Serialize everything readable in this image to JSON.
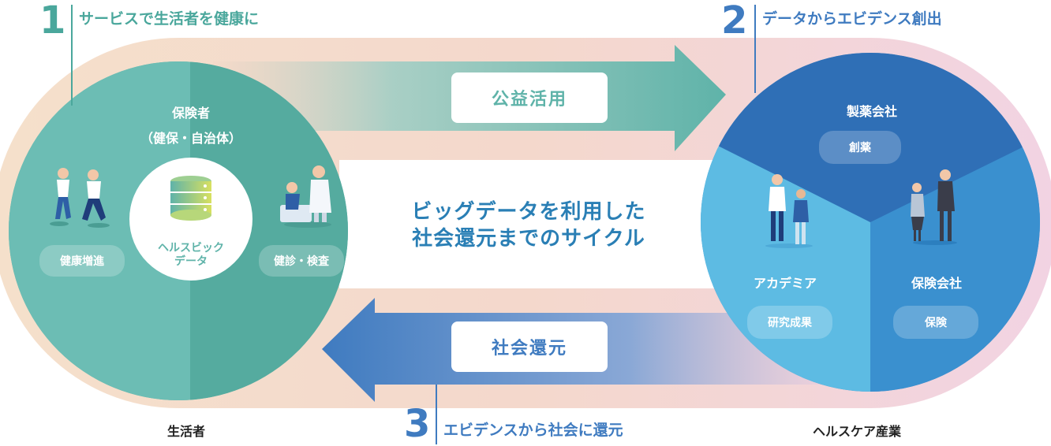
{
  "steps": [
    {
      "number": "1",
      "title": "サービスで生活者を健康に"
    },
    {
      "number": "2",
      "title": "データからエビデンス創出"
    },
    {
      "number": "3",
      "title": "エビデンスから社会に還元"
    }
  ],
  "arrows": {
    "top_label": "公益活用",
    "bottom_label": "社会還元"
  },
  "center": {
    "line1": "ビッグデータを利用した",
    "line2": "社会還元までのサイクル"
  },
  "left_circle": {
    "title": "保険者",
    "subtitle": "（健保・自治体）",
    "core_line1": "ヘルスビック",
    "core_line2": "データ",
    "pill_left": "健康増進",
    "pill_right": "健診・検査"
  },
  "right_circle": {
    "top_title": "製薬会社",
    "top_pill": "創薬",
    "left_title": "アカデミア",
    "left_pill": "研究成果",
    "right_title": "保険会社",
    "right_pill": "保険"
  },
  "bottom_labels": {
    "left": "生活者",
    "right": "ヘルスケア産業"
  },
  "colors": {
    "teal": "#5fb3a9",
    "teal_dark": "#4aa79c",
    "blue": "#3f7bc0",
    "blue_dark": "#2f6bb0",
    "light_blue": "#5dbbe3",
    "mid_blue": "#3a8fce",
    "step_num_teal": "#4aa79c",
    "step_num_blue": "#3f7bc0",
    "background_peach": "#f6dccb",
    "background_pink": "#f3d4e2"
  }
}
